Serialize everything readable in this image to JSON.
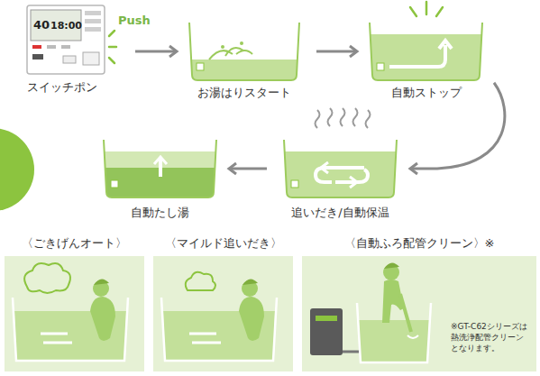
{
  "diagram": {
    "nodes": [
      {
        "text": [
          "スイッチポン"
        ]
      },
      {
        "text": [
          "お湯はりスタート"
        ]
      },
      {
        "text": [
          "自動ストップ"
        ]
      },
      {
        "text": [
          "追いだき/自動保温"
        ]
      },
      {
        "text": [
          "自動たし湯"
        ]
      },
      {
        "text": [
          "〈ごきげんオート〉"
        ]
      },
      {
        "text": [
          "〈マイルド追いだき〉"
        ]
      },
      {
        "text": [
          "〈自動ふろ配管クリーン〉※",
          "※GT-C62シリーズは 熱洗浄配管クリーン となります。"
        ]
      }
    ],
    "edges": [
      {
        "from": 0,
        "to": 1,
        "arrow": "to"
      },
      {
        "from": 1,
        "to": 2,
        "arrow": "to"
      },
      {
        "from": 2,
        "to": 3,
        "arrow": "to"
      },
      {
        "from": 3,
        "to": 4,
        "arrow": "to"
      }
    ],
    "labels": [
      "Push",
      "40",
      "18:00"
    ]
  }
}
